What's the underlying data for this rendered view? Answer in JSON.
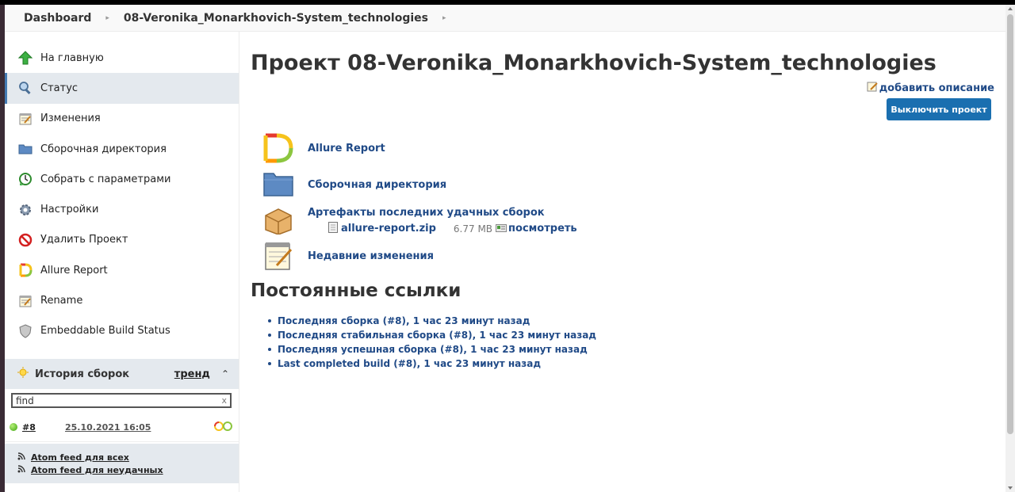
{
  "breadcrumbs": [
    "Dashboard",
    "08-Veronika_Monarkhovich-System_technologies"
  ],
  "sidebar": {
    "items": [
      {
        "label": "На главную",
        "icon": "up-arrow-icon"
      },
      {
        "label": "Статус",
        "icon": "search-icon"
      },
      {
        "label": "Изменения",
        "icon": "notepad-icon"
      },
      {
        "label": "Сборочная директория",
        "icon": "folder-icon"
      },
      {
        "label": "Собрать с параметрами",
        "icon": "clock-icon"
      },
      {
        "label": "Настройки",
        "icon": "gear-icon"
      },
      {
        "label": "Удалить Проект",
        "icon": "no-entry-icon"
      },
      {
        "label": "Allure Report",
        "icon": "allure-icon"
      },
      {
        "label": "Rename",
        "icon": "notepad-icon"
      },
      {
        "label": "Embeddable Build Status",
        "icon": "shield-icon"
      }
    ]
  },
  "history": {
    "title": "История сборок",
    "trend": "тренд",
    "search_value": "find",
    "builds": [
      {
        "number": "#8",
        "date": "25.10.2021 16:05"
      }
    ],
    "feed_all": "Atom feed для всех",
    "feed_failed": "Atom feed для неудачных"
  },
  "main": {
    "title": "Проект 08-Veronika_Monarkhovich-System_technologies",
    "add_description": "добавить описание",
    "disable_button": "Выключить проект",
    "allure_link": "Allure Report",
    "workspace_link": "Сборочная директория",
    "artifacts_title": "Артефакты последних удачных сборок",
    "artifact_name": "allure-report.zip",
    "artifact_size": "6.77 MB",
    "artifact_view": "посмотреть",
    "changes_link": "Недавние изменения",
    "permalinks_title": "Постоянные ссылки",
    "permalinks": [
      "Последняя сборка (#8), 1 час 23 минут назад",
      "Последняя стабильная сборка (#8), 1 час 23 минут назад",
      "Последняя успешная сборка (#8), 1 час 23 минут назад",
      "Last completed build (#8), 1 час 23 минут назад"
    ]
  }
}
